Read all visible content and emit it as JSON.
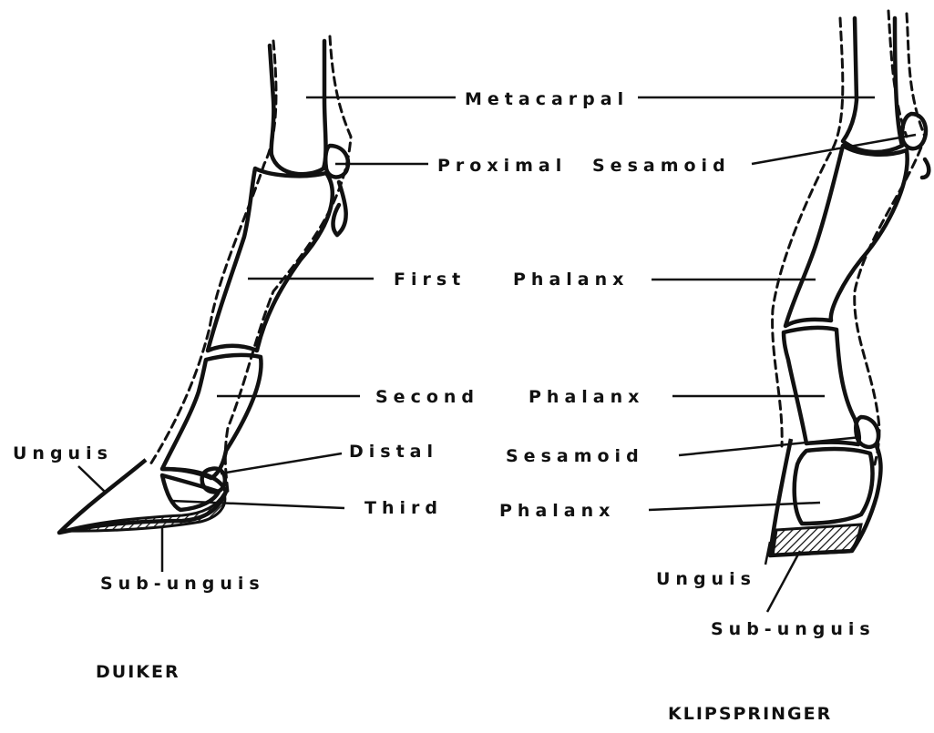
{
  "labels": {
    "metacarpal": "Metacarpal",
    "proximal": "Proximal",
    "sesamoid_upper": "Sesamoid",
    "first": "First",
    "phalanx_first": "Phalanx",
    "second": "Second",
    "phalanx_second": "Phalanx",
    "distal": "Distal",
    "sesamoid_lower": "Sesamoid",
    "third": "Third",
    "phalanx_third": "Phalanx",
    "unguis_left": "Unguis",
    "sub_unguis_left": "Sub-unguis",
    "unguis_right": "Unguis",
    "sub_unguis_right": "Sub-unguis"
  },
  "titles": {
    "duiker": "DUIKER",
    "klipspringer": "KLIPSPRINGER"
  }
}
